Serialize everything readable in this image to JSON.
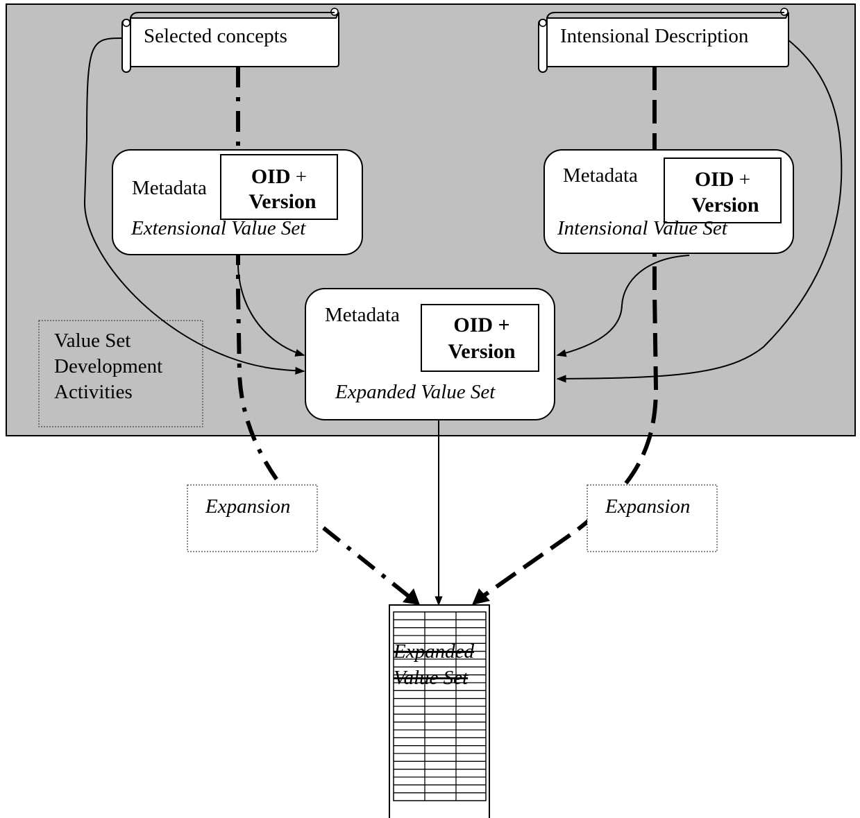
{
  "region": {
    "label_lines": [
      "Value Set",
      "Development",
      "Activities"
    ]
  },
  "scrolls": {
    "selected": "Selected concepts",
    "intensional": "Intensional Description"
  },
  "boxes": {
    "extensional": {
      "metadata": "Metadata",
      "oid_line1": "OID",
      "oid_plus": " +",
      "oid_line2": "Version",
      "caption": "Extensional Value Set"
    },
    "intensional": {
      "metadata": "Metadata",
      "oid_line1": "OID",
      "oid_plus": " +",
      "oid_line2": "Version",
      "caption": "Intensional  Value Set"
    },
    "expanded": {
      "metadata": "Metadata",
      "oid_line1": "OID +",
      "oid_line2": "Version",
      "caption": "Expanded  Value Set"
    }
  },
  "expansion_labels": {
    "left": "Expansion",
    "right": "Expansion"
  },
  "table": {
    "label_line1": "Expanded",
    "label_line2": "Value Set"
  },
  "colors": {
    "background": "#ffffff",
    "panel": "#c0c0c0",
    "stroke": "#000000"
  }
}
